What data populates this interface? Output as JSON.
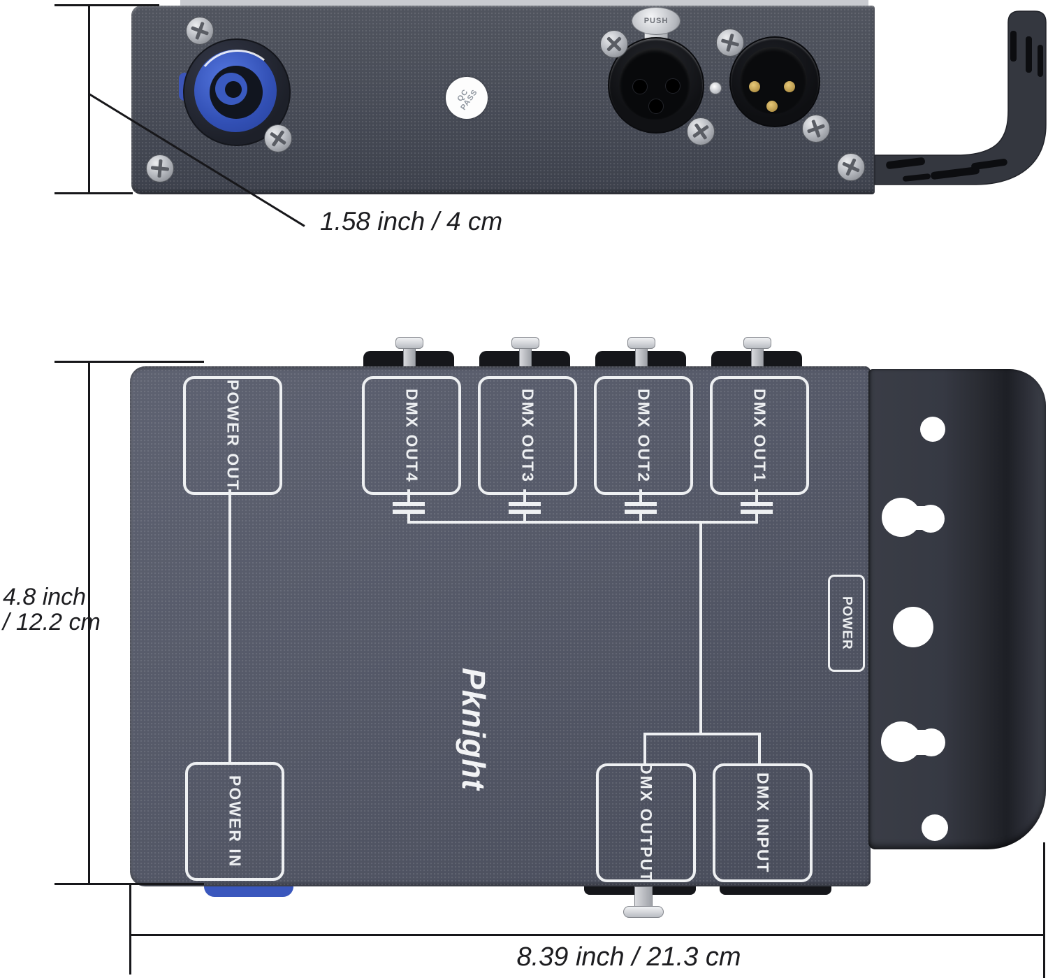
{
  "product": {
    "brand": "Pknight",
    "panel_labels": {
      "power_out": "POWER OUT",
      "dmx_out4": "DMX OUT4",
      "dmx_out3": "DMX OUT3",
      "dmx_out2": "DMX OUT2",
      "dmx_out1": "DMX OUT1",
      "power": "POWER",
      "power_in": "POWER IN",
      "dmx_output": "DMX OUTPUT",
      "dmx_input": "DMX INPUT"
    },
    "stickers": {
      "qc_line1": "QC",
      "qc_line2": "PASS",
      "push": "PUSH"
    }
  },
  "dimensions": {
    "panel_height": "1.58 inch / 4 cm",
    "body_height_line1": "4.8 inch",
    "body_height_line2": "/ 12.2 cm",
    "body_width": "8.39 inch / 21.3 cm"
  },
  "colors": {
    "device_body": "#555968",
    "bracket": "#32353d",
    "powercon_blue": "#3a57bd",
    "print_white": "#eef0f2",
    "dimension_line": "#17171a"
  }
}
